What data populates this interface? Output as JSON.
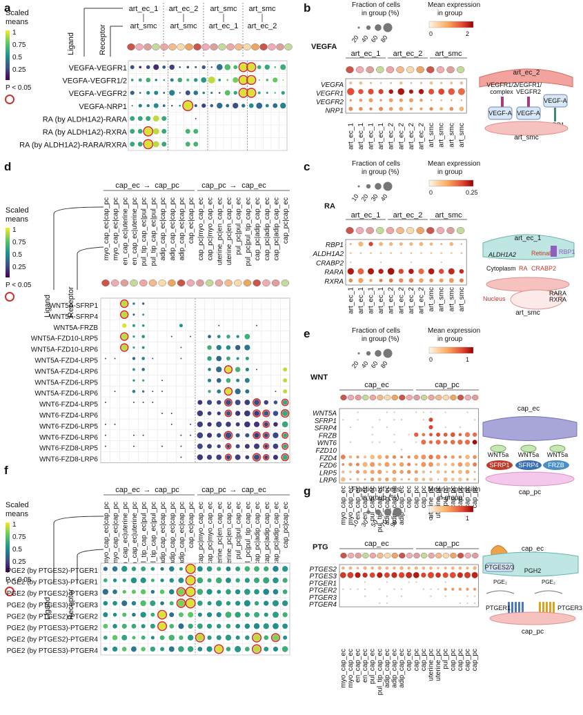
{
  "panel_labels": {
    "a": "a",
    "b": "b",
    "c": "c",
    "d": "d",
    "e": "e",
    "f": "f",
    "g": "g"
  },
  "legend": {
    "scaled": "Scaled",
    "means": "means",
    "v1": "1",
    "v075": "0.75",
    "v05": "0.5",
    "v025": "0.25",
    "p": "P < 0.05"
  },
  "bubble_legend": {
    "frac_title_1": "Fraction of cells",
    "frac_title_2": "in group (%)",
    "mean_title_1": "Mean expression",
    "mean_title_2": "in group"
  },
  "common": {
    "ligand": "Ligand",
    "receptor": "Receptor"
  },
  "panel_a": {
    "groups": [
      {
        "top": "art_ec_1",
        "bottom": "art_smc"
      },
      {
        "top": "art_ec_2",
        "bottom": "art_smc"
      },
      {
        "top": "art_smc",
        "bottom": "art_ec_1"
      },
      {
        "top": "art_smc",
        "bottom": "art_ec_2"
      }
    ],
    "rows": [
      "VEGFA-VEGFR1",
      "VEGFA-VEGFR1/2",
      "VEGFA-VEGFR2",
      "VEGFA-NRP1",
      "RA (by ALDH1A2)-RARA",
      "RA (by ALDH1A2)-RXRA",
      "RA (by ALDH1A2)-RARA/RXRA"
    ]
  },
  "panel_b": {
    "title": "VEGFA",
    "size_ticks": [
      "20",
      "40",
      "60",
      "80"
    ],
    "color_ticks": [
      "0",
      "2"
    ],
    "groups": [
      "art_ec_1",
      "art_ec_2",
      "art_smc"
    ],
    "genes": [
      "VEGFA",
      "VEGFR1",
      "VEGFR2",
      "NRP1"
    ],
    "columns": [
      "art_ec_1",
      "art_ec_1",
      "art_ec_1",
      "art_ec_1",
      "art_ec_2",
      "art_ec_2",
      "art_ec_2",
      "art_ec_2",
      "art_smc",
      "art_smc",
      "art_smc",
      "art_smc"
    ],
    "diagram": {
      "top": "art_ec_2",
      "c1": "VEGFR1/2",
      "c1b": "complex",
      "c2": "VEGFR1/",
      "c2b": "VEGFR2",
      "va1": "VEGF-A",
      "va2": "VEGF-A",
      "va3": "VEGF-A",
      "nrp": "NRP1",
      "bottom": "art_smc"
    }
  },
  "panel_c": {
    "title": "RA",
    "size_ticks": [
      "10",
      "20",
      "30",
      "40"
    ],
    "color_ticks": [
      "0",
      "0.25"
    ],
    "groups": [
      "art_ec_1",
      "art_ec_2",
      "art_smc"
    ],
    "genes": [
      "RBP1",
      "ALDH1A2",
      "CRABP2",
      "RARA",
      "RXRA"
    ],
    "columns": [
      "art_ec_1",
      "art_ec_1",
      "art_ec_1",
      "art_ec_1",
      "art_ec_2",
      "art_ec_2",
      "art_ec_2",
      "art_ec_2",
      "art_smc",
      "art_smc",
      "art_smc",
      "art_smc"
    ],
    "diagram": {
      "top": "art_ec_1",
      "aldh": "ALDH1A2",
      "retinal": "Retinal",
      "rbp1": "RBP1",
      "cyto": "Cytoplasm",
      "ra": "RA",
      "crabp": "CRABP2",
      "nucleus": "Nucleus",
      "rara": "RARA",
      "rxra": "RXRA",
      "bottom": "art_smc"
    }
  },
  "panel_d": {
    "group_left": "cap_ec",
    "group_right": "cap_pc",
    "group_left2": "cap_pc",
    "group_right2": "cap_ec",
    "columns": [
      "myo_cap_ec|cap_pc",
      "myo_cap_ec|cap_pc",
      "en_cap_ec|uterine_pc",
      "en_cap_ec|uterine_pc",
      "pul_tip_cap_ec|pul_pc",
      "pul_tip_cap_ec|pul_pc",
      "adip_cap_ec|cap_pc",
      "adip_cap_ec|cap_pc",
      "adip_cap_ec|cap_pc",
      "cap_ec|cap_pc",
      "cap_pc|myo_cap_ec",
      "cap_pc|myo_cap_ec",
      "uterine_pc|en_cap_ec",
      "uterine_pc|en_cap_ec",
      "pul_pc|pul_cap_ec",
      "pul_pc|pul_tip_cap_ec",
      "cap_pc|adip_cap_ec",
      "cap_pc|adip_cap_ec",
      "cap_pc|adip_cap_ec",
      "cap_pc|cap_ec"
    ],
    "rows": [
      "WNT5A-SFRP1",
      "WNT5A-SFRP4",
      "WNT5A-FRZB",
      "WNT5A-FZD10-LRP5",
      "WNT5A-FZD10-LRP6",
      "WNT5A-FZD4-LRP5",
      "WNT5A-FZD4-LRP6",
      "WNT5A-FZD6-LRP5",
      "WNT5A-FZD6-LRP6",
      "WNT6-FZD4-LRP5",
      "WNT6-FZD4-LRP6",
      "WNT6-FZD6-LRP5",
      "WNT6-FZD6-LRP6",
      "WNT6-FZD8-LRP5",
      "WNT6-FZD8-LRP6"
    ]
  },
  "panel_e": {
    "title": "WNT",
    "size_ticks": [
      "20",
      "40",
      "60",
      "80"
    ],
    "color_ticks": [
      "0",
      "1"
    ],
    "groups": [
      "cap_ec",
      "cap_pc"
    ],
    "genes": [
      "WNT5A",
      "SFRP1",
      "SFRP4",
      "FRZB",
      "WNT6",
      "FZD10",
      "FZD4",
      "FZD6",
      "LRP5",
      "LRP6"
    ],
    "columns": [
      "myo_cap_ec",
      "myo_cap_ec",
      "en_cap_ec",
      "en_cap_ec",
      "pul_cap_ec",
      "pul_tip_cap_ec",
      "adip_cap_ec",
      "adip_cap_ec",
      "adip_cap_ec",
      "cap_ec",
      "cap_pc",
      "cap_pc",
      "uterine_pc",
      "uterine_pc",
      "pul_pc",
      "cap_pc",
      "cap_pc",
      "cap_pc",
      "cap_pc"
    ],
    "diagram": {
      "top": "cap_ec",
      "w1": "WNT5a",
      "w2": "WNT5a",
      "w3": "WNT5a",
      "r1": "SFRP1",
      "r2": "SFRP4",
      "r3": "FRZB",
      "bottom": "cap_pc"
    }
  },
  "panel_f": {
    "group_left": "cap_ec",
    "group_right": "cap_pc",
    "group_left2": "cap_pc",
    "group_right2": "cap_ec",
    "columns": [
      "myo_cap_ec|cap_pc",
      "myo_cap_ec|cap_pc",
      "en_cap_ec|uterine_pc",
      "en_cap_ec|uterine_pc",
      "pul_tip_cap_ec|pul_pc",
      "pul_tip_cap_ec|pul_pc",
      "adip_cap_ec|cap_pc",
      "adip_cap_ec|cap_pc",
      "adip_cap_ec|cap_pc",
      "cap_ec|cap_pc",
      "cap_pc|myo_cap_ec",
      "cap_pc|myo_cap_ec",
      "uterine_pc|en_cap_ec",
      "uterine_pc|en_cap_ec",
      "pul_pc|pul_cap_ec",
      "pul_pc|pul_tip_cap_ec",
      "cap_pc|adip_cap_ec",
      "cap_pc|adip_cap_ec",
      "cap_pc|adip_cap_ec",
      "cap_pc|cap_ec"
    ],
    "rows": [
      "PGE2 (by PTGES2)-PTGER1",
      "PGE2 (by PTGES3)-PTGER1",
      "PGE2 (by PTGES2)-PTGER3",
      "PGE2 (by PTGES3)-PTGER3",
      "PGE2 (by PTGES2)-PTGER2",
      "PGE2 (by PTGES3)-PTGER2",
      "PGE2 (by PTGES2)-PTGER4",
      "PGE2 (by PTGES3)-PTGER4"
    ]
  },
  "panel_g": {
    "title": "PTG",
    "size_ticks": [
      "10",
      "30",
      "50",
      "70",
      "90"
    ],
    "color_ticks": [
      "0",
      "1"
    ],
    "groups": [
      "cap_ec",
      "cap_pc"
    ],
    "genes": [
      "PTGES2",
      "PTGES3",
      "PTGER1",
      "PTGER2",
      "PTGER3",
      "PTGER4"
    ],
    "columns": [
      "myo_cap_ec",
      "myo_cap_ec",
      "en_cap_ec",
      "en_cap_ec",
      "pul_cap_ec",
      "pul_tip_cap_ec",
      "adip_cap_ec",
      "adip_cap_ec",
      "adip_cap_ec",
      "cap_ec",
      "cap_pc",
      "cap_pc",
      "uterine_pc",
      "uterine_pc",
      "pul_pc",
      "cap_pc",
      "cap_pc",
      "cap_pc",
      "cap_pc"
    ],
    "diagram": {
      "top": "cap_ec",
      "enz": "PTGES2/3",
      "pgh": "PGH2",
      "pge": "PGE₂",
      "r1": "PTGER1",
      "r2": "PTGER3",
      "bottom": "cap_pc"
    }
  },
  "colors": {
    "viridis_low": "#440154",
    "viridis_mid": "#21918c",
    "viridis_high": "#fde725",
    "sig_ring": "#d0302a",
    "heat_low": "#fff5e6",
    "heat_high": "#b30000"
  }
}
